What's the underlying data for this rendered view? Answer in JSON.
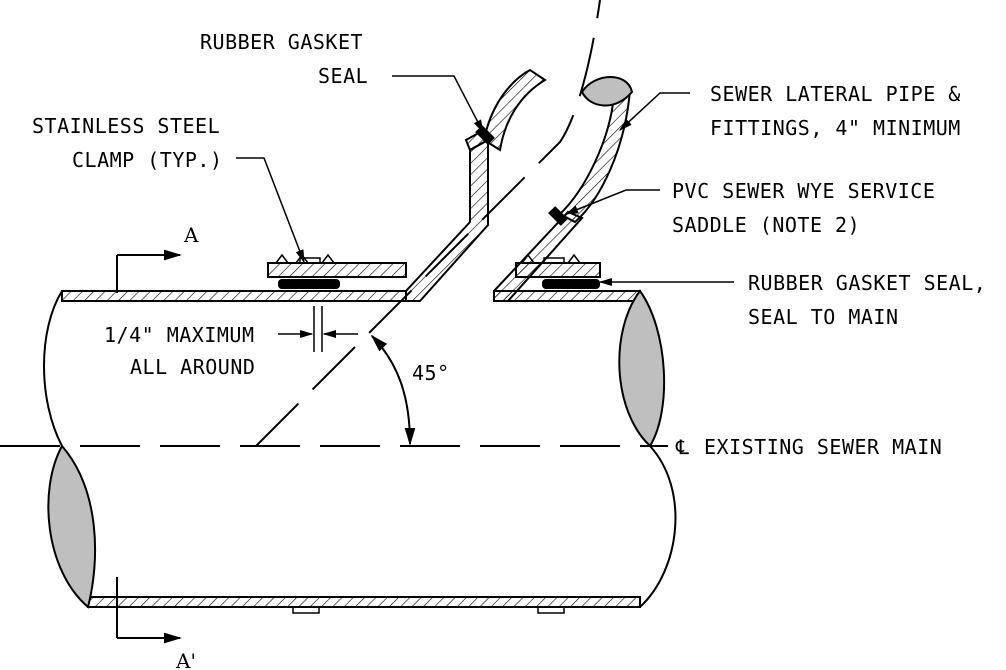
{
  "callouts": {
    "gasket_top_line1": "RUBBER GASKET",
    "gasket_top_line2": "SEAL",
    "clamp_line1": "STAINLESS STEEL",
    "clamp_line2": "CLAMP (TYP.)",
    "lateral_line1": "SEWER LATERAL PIPE &",
    "lateral_line2": "FITTINGS, 4\" MINIMUM",
    "saddle_line1": "PVC SEWER WYE SERVICE",
    "saddle_line2": "SADDLE (NOTE 2)",
    "gasket_main_line1": "RUBBER GASKET SEAL,",
    "gasket_main_line2": "SEAL TO MAIN",
    "gap_line1": "1/4\" MAXIMUM",
    "gap_line2": "ALL AROUND",
    "angle": "45°",
    "centerline": "EXISTING SEWER MAIN",
    "centerline_symbol": "℄",
    "section_top": "A",
    "section_bottom": "A'"
  }
}
